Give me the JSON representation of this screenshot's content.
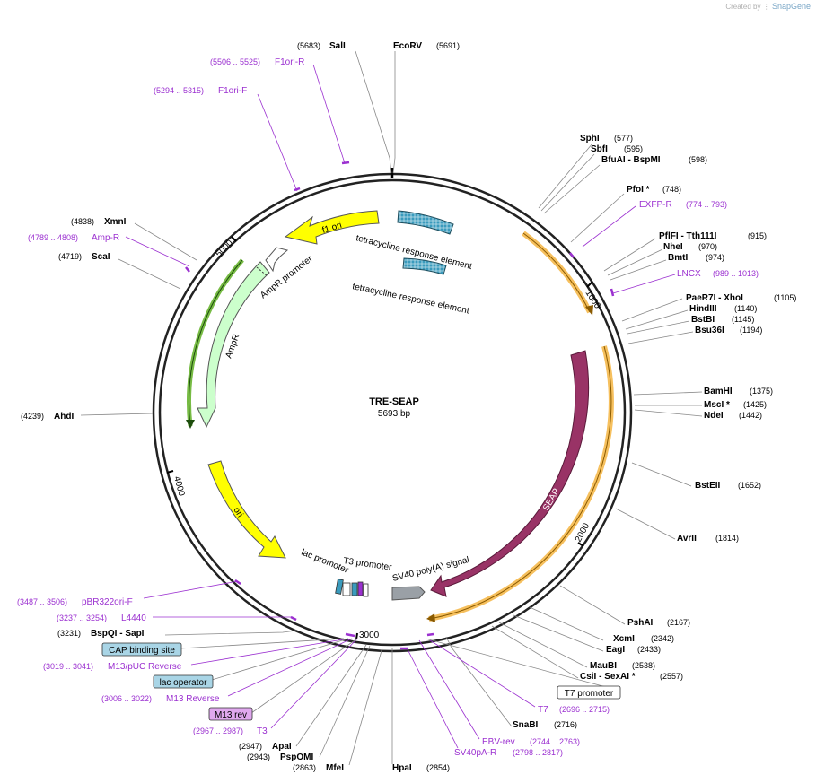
{
  "credit": {
    "prefix": "Created by",
    "brand": "SnapGene"
  },
  "plasmid": {
    "name": "TRE-SEAP",
    "length_label": "5693 bp",
    "length": 5693
  },
  "ticks": [
    "1000",
    "2000",
    "3000",
    "4000",
    "5000"
  ],
  "features": [
    {
      "label": "f1 ori",
      "color": "#ffff00"
    },
    {
      "label": "AmpR promoter",
      "color": "#ffffff"
    },
    {
      "label": "AmpR",
      "color": "#ccffcc"
    },
    {
      "label": "ori",
      "color": "#ffff00"
    },
    {
      "label": "tetracycline response element",
      "color": "#3399bb"
    },
    {
      "label": "tetracycline response element",
      "color": "#3399bb"
    },
    {
      "label": "SEAP",
      "color": "#993366"
    },
    {
      "label": "SV40 poly(A) signal",
      "color": "#999999"
    },
    {
      "label": "lac promoter",
      "color": "#ffffff"
    },
    {
      "label": "T3 promoter",
      "color": "#ffffff"
    }
  ],
  "sites": [
    {
      "name": "SalI",
      "pos": "(5683)"
    },
    {
      "name": "EcoRV",
      "pos": "(5691)"
    },
    {
      "name": "SphI",
      "pos": "(577)"
    },
    {
      "name": "SbfI",
      "pos": "(595)"
    },
    {
      "name": "BfuAI - BspMI",
      "pos": "(598)"
    },
    {
      "name": "PfoI *",
      "pos": "(748)"
    },
    {
      "name": "PflFI - Tth111I",
      "pos": "(915)"
    },
    {
      "name": "NheI",
      "pos": "(970)"
    },
    {
      "name": "BmtI",
      "pos": "(974)"
    },
    {
      "name": "PaeR7I - XhoI",
      "pos": "(1105)"
    },
    {
      "name": "HindIII",
      "pos": "(1140)"
    },
    {
      "name": "BstBI",
      "pos": "(1145)"
    },
    {
      "name": "Bsu36I",
      "pos": "(1194)"
    },
    {
      "name": "BamHI",
      "pos": "(1375)"
    },
    {
      "name": "MscI *",
      "pos": "(1425)"
    },
    {
      "name": "NdeI",
      "pos": "(1442)"
    },
    {
      "name": "BstEII",
      "pos": "(1652)"
    },
    {
      "name": "AvrII",
      "pos": "(1814)"
    },
    {
      "name": "PshAI",
      "pos": "(2167)"
    },
    {
      "name": "XcmI",
      "pos": "(2342)"
    },
    {
      "name": "EagI",
      "pos": "(2433)"
    },
    {
      "name": "MauBI",
      "pos": "(2538)"
    },
    {
      "name": "CsiI - SexAI *",
      "pos": "(2557)"
    },
    {
      "name": "SnaBI",
      "pos": "(2716)"
    },
    {
      "name": "HpaI",
      "pos": "(2854)"
    },
    {
      "name": "MfeI",
      "pos": "(2863)"
    },
    {
      "name": "PspOMI",
      "pos": "(2943)"
    },
    {
      "name": "ApaI",
      "pos": "(2947)"
    },
    {
      "name": "BspQI - SapI",
      "pos": "(3231)"
    },
    {
      "name": "AhdI",
      "pos": "(4239)"
    },
    {
      "name": "ScaI",
      "pos": "(4719)"
    },
    {
      "name": "XmnI",
      "pos": "(4838)"
    }
  ],
  "primers": [
    {
      "name": "F1ori-R",
      "pos": "(5506 .. 5525)"
    },
    {
      "name": "F1ori-F",
      "pos": "(5294 .. 5315)"
    },
    {
      "name": "EXFP-R",
      "pos": "(774 .. 793)"
    },
    {
      "name": "LNCX",
      "pos": "(989 .. 1013)"
    },
    {
      "name": "T7",
      "pos": "(2696 .. 2715)"
    },
    {
      "name": "EBV-rev",
      "pos": "(2744 .. 2763)"
    },
    {
      "name": "SV40pA-R",
      "pos": "(2798 .. 2817)"
    },
    {
      "name": "T3",
      "pos": "(2967 .. 2987)"
    },
    {
      "name": "M13 Reverse",
      "pos": "(3006 .. 3022)"
    },
    {
      "name": "M13/pUC Reverse",
      "pos": "(3019 .. 3041)"
    },
    {
      "name": "L4440",
      "pos": "(3237 .. 3254)"
    },
    {
      "name": "pBR322ori-F",
      "pos": "(3487 .. 3506)"
    },
    {
      "name": "Amp-R",
      "pos": "(4789 .. 4808)"
    }
  ],
  "boxed_labels": [
    {
      "name": "CAP binding site",
      "color": "#a9d5e6"
    },
    {
      "name": "lac operator",
      "color": "#a9d5e6"
    },
    {
      "name": "M13 rev",
      "color": "#e0a8ee"
    },
    {
      "name": "T7 promoter",
      "color": "#ffffff"
    }
  ]
}
